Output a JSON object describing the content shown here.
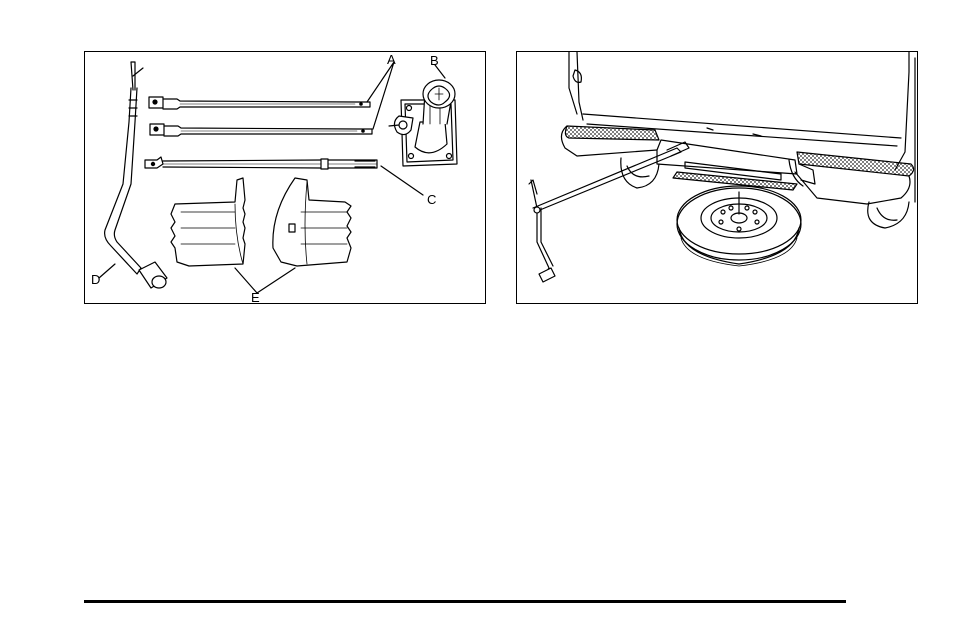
{
  "figure_left": {
    "callouts": {
      "a": "A",
      "b": "B",
      "c": "C",
      "d": "D",
      "e": "E"
    }
  },
  "figure_right": {},
  "colors": {
    "line": "#000000",
    "background": "#ffffff"
  }
}
